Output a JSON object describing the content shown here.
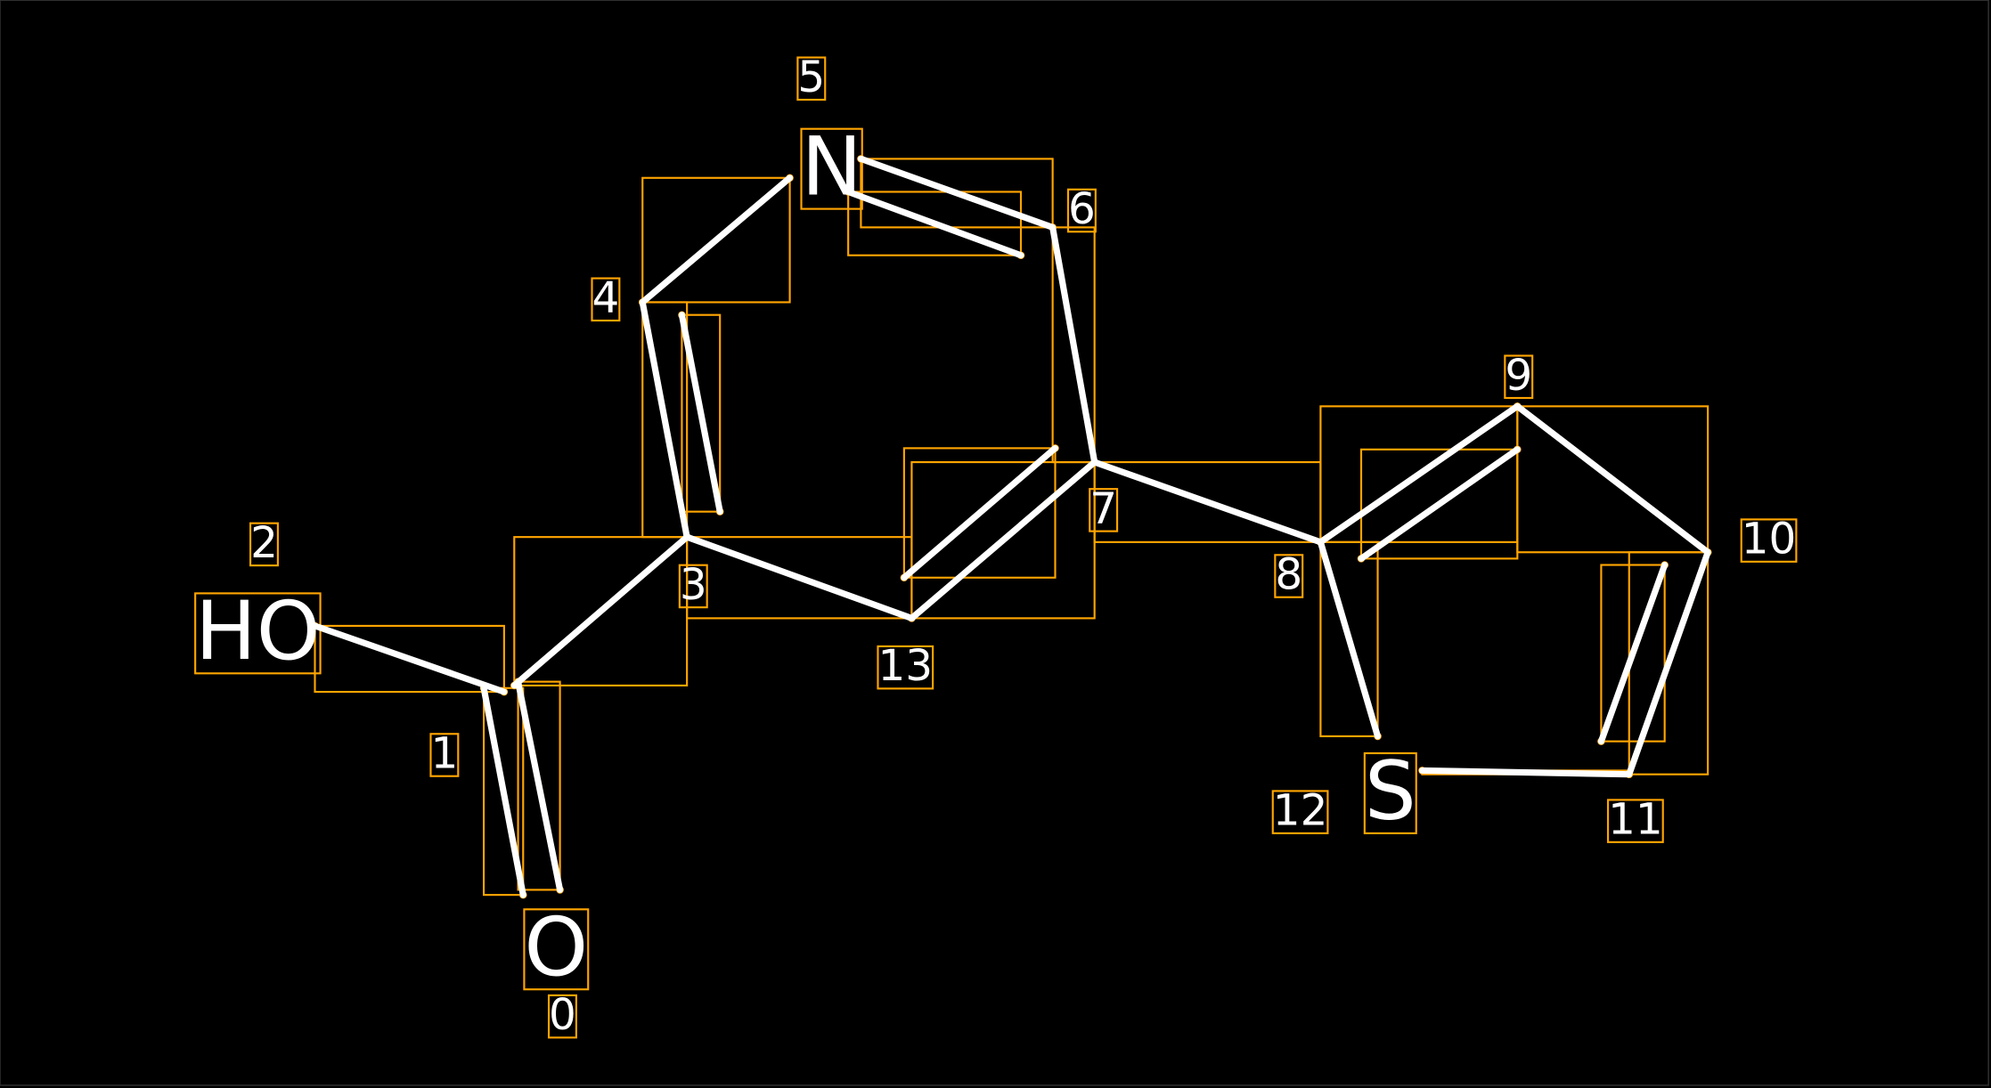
{
  "diagram": {
    "type": "molecule-annotation",
    "colors": {
      "background": "#000000",
      "bond": "#ffffff",
      "box": "#ffa500"
    },
    "atom_symbols": [
      {
        "atom": "0",
        "symbol": "O"
      },
      {
        "atom": "2",
        "symbol": "HO"
      },
      {
        "atom": "5",
        "symbol": "N"
      },
      {
        "atom": "12",
        "symbol": "S"
      }
    ],
    "atom_indices": [
      "0",
      "1",
      "2",
      "3",
      "4",
      "5",
      "6",
      "7",
      "8",
      "9",
      "10",
      "11",
      "12",
      "13"
    ]
  }
}
